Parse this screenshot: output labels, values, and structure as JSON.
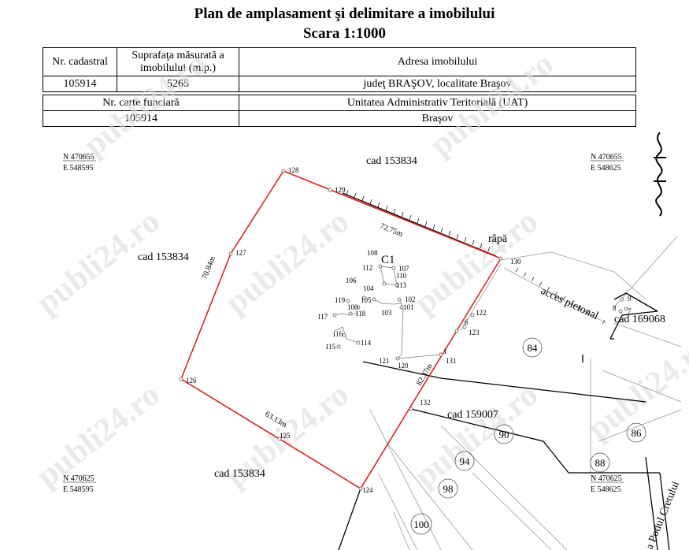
{
  "header": {
    "title": "Plan de amplasament şi delimitare a imobilului",
    "scale": "Scara 1:1000"
  },
  "table": {
    "col_cadastral": "Nr. cadastral",
    "col_area_line1": "Suprafaţa măsurată a",
    "col_area_line2": "imobilului (m.p.)",
    "col_address": "Adresa imobilului",
    "cadastral_value": "105914",
    "area_value": "5265",
    "address_value": "judeţ BRAŞOV, localitate Braşov",
    "col_cf": "Nr. carte funciară",
    "col_uat": "Unitatea Administrativ Teritorială (UAT)",
    "cf_value": "105914",
    "uat_value": "Braşov"
  },
  "coords": {
    "top_left_n": "N  470655",
    "top_left_e": "E  548595",
    "top_right_n": "N  470655",
    "top_right_e": "E  548625",
    "bottom_left_n": "N  470625",
    "bottom_left_e": "E  548595",
    "bottom_right_n": "N  470625",
    "bottom_right_e": "E  548625"
  },
  "neighbors": {
    "top": "cad 153834",
    "left": "cad 153834",
    "bottom": "cad 153834",
    "cad_159007": "cad 159007",
    "cad_169068": "cad 169068"
  },
  "labels": {
    "rapa": "râpă",
    "acces": "acces pietonal",
    "street": "a Podul Cretului",
    "building": "C1"
  },
  "distances": {
    "d_72": "72.75m",
    "d_70": "70.84m",
    "d_63": "63.13m",
    "d_82": "82.37m"
  },
  "lot_numbers": {
    "n84": "84",
    "n90": "90",
    "n86": "86",
    "n88": "88",
    "n94": "94",
    "n98": "98",
    "n100": "100"
  },
  "points": {
    "p128": "128",
    "p129": "129",
    "p127": "127",
    "p126": "126",
    "p125": "125",
    "p124": "124",
    "p132": "132",
    "p131": "131",
    "p130": "130",
    "p122": "122",
    "p123": "123",
    "p6": "6",
    "p1": "1",
    "p108": "108",
    "p107": "107",
    "p112": "112",
    "p110": "110",
    "p113": "113",
    "p106": "106",
    "p104": "104",
    "p102": "102",
    "p101": "101",
    "p105": "105",
    "p119": "119",
    "p100": "100",
    "p103": "103",
    "p117": "117",
    "p118": "118",
    "p116": "116",
    "p114": "114",
    "p115": "115",
    "p121": "121",
    "p120": "120",
    "p9": "9",
    "p8": "8",
    "p7": "7"
  },
  "watermark": "publi24.ro",
  "colors": {
    "boundary": "#e0211c",
    "lines": "#000000",
    "light_lines": "#9a9a9a",
    "watermark": "#d9d9d9"
  }
}
